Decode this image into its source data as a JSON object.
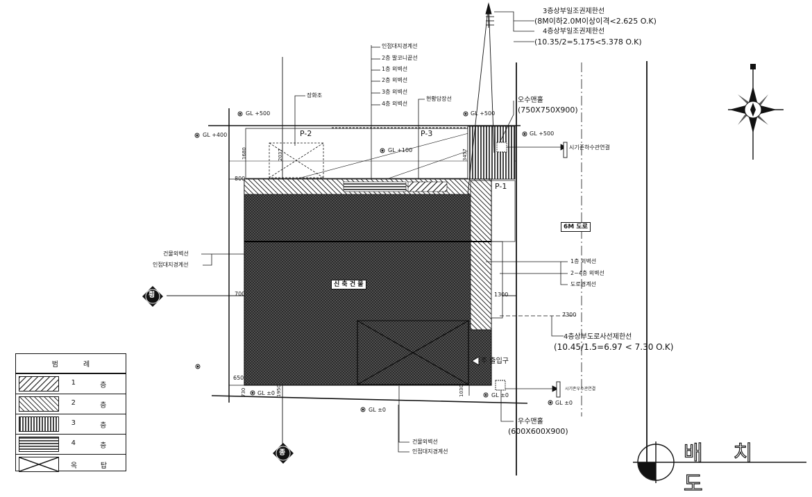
{
  "title": {
    "chars": [
      "배",
      "치",
      "도"
    ]
  },
  "legend": {
    "header": [
      "범",
      "례"
    ],
    "rows": [
      {
        "num": "1",
        "unit": "층",
        "pattern": "floor1"
      },
      {
        "num": "2",
        "unit": "층",
        "pattern": "floor2"
      },
      {
        "num": "3",
        "unit": "층",
        "pattern": "floor3"
      },
      {
        "num": "4",
        "unit": "층",
        "pattern": "floor4"
      },
      {
        "num": "옥",
        "unit": "탑",
        "pattern": "rooftop"
      }
    ]
  },
  "notes": {
    "top_right_1": "3층상부일조권제한선",
    "top_right_2": "(8M이하2.0M이상이격<2.625 O.K)",
    "top_right_3": "4층상부일조권제한선",
    "top_right_4": "(10.35/2=5.175<5.378 O.K)",
    "road_limit_1": "4층상부도로사선제한선",
    "road_limit_2": "(10.45/1.5=6.97 < 7.30 O.K)",
    "manhole_top_1": "오수맨홀",
    "manhole_top_2": "(750X750X900)",
    "manhole_bot_1": "우수맨홀",
    "manhole_bot_2": "(600X600X900)",
    "sewer_top": "시기존하수관연결",
    "sewer_bot": "시기존우수관연결"
  },
  "top_list": [
    "인접대지경계선",
    "2층 발코니끝선",
    "1층 외벽선",
    "2층 외벽선",
    "3층 외벽선",
    "4층 외벽선"
  ],
  "top_list_extra": "현황담장선",
  "left_labels": {
    "a": "건물외벽선",
    "b": "인접대지경계선",
    "c": "장화조"
  },
  "right_labels": [
    "1층 외벽선",
    "2~4층 외벽선",
    "도로경계선"
  ],
  "bottom_labels": [
    "건물외벽선",
    "인접대지경계선"
  ],
  "levels": {
    "gl500_a": "GL +500",
    "gl400": "GL +400",
    "gl100": "GL +100",
    "gl500_b": "GL +500",
    "gl500_c": "GL +500",
    "gl0_a": "GL ±0",
    "gl0_b": "GL ±0",
    "gl0_c": "GL ±0",
    "gl0_d": "GL ±0"
  },
  "parking": {
    "p1": "P-1",
    "p2": "P-2",
    "p3": "P-3"
  },
  "road": "6M 도로",
  "building": "신 축 건 물",
  "entrance": "주 출입구",
  "markers": {
    "west": "횡",
    "south": "종"
  },
  "dims": {
    "d7300": "7300",
    "d1300": "1300",
    "d800": "800",
    "d700": "700",
    "d650": "650",
    "d1030": "1030",
    "d1680": "1680",
    "d2037": "2037",
    "d3457": "3457",
    "d730": "730",
    "d1950": "1950"
  }
}
